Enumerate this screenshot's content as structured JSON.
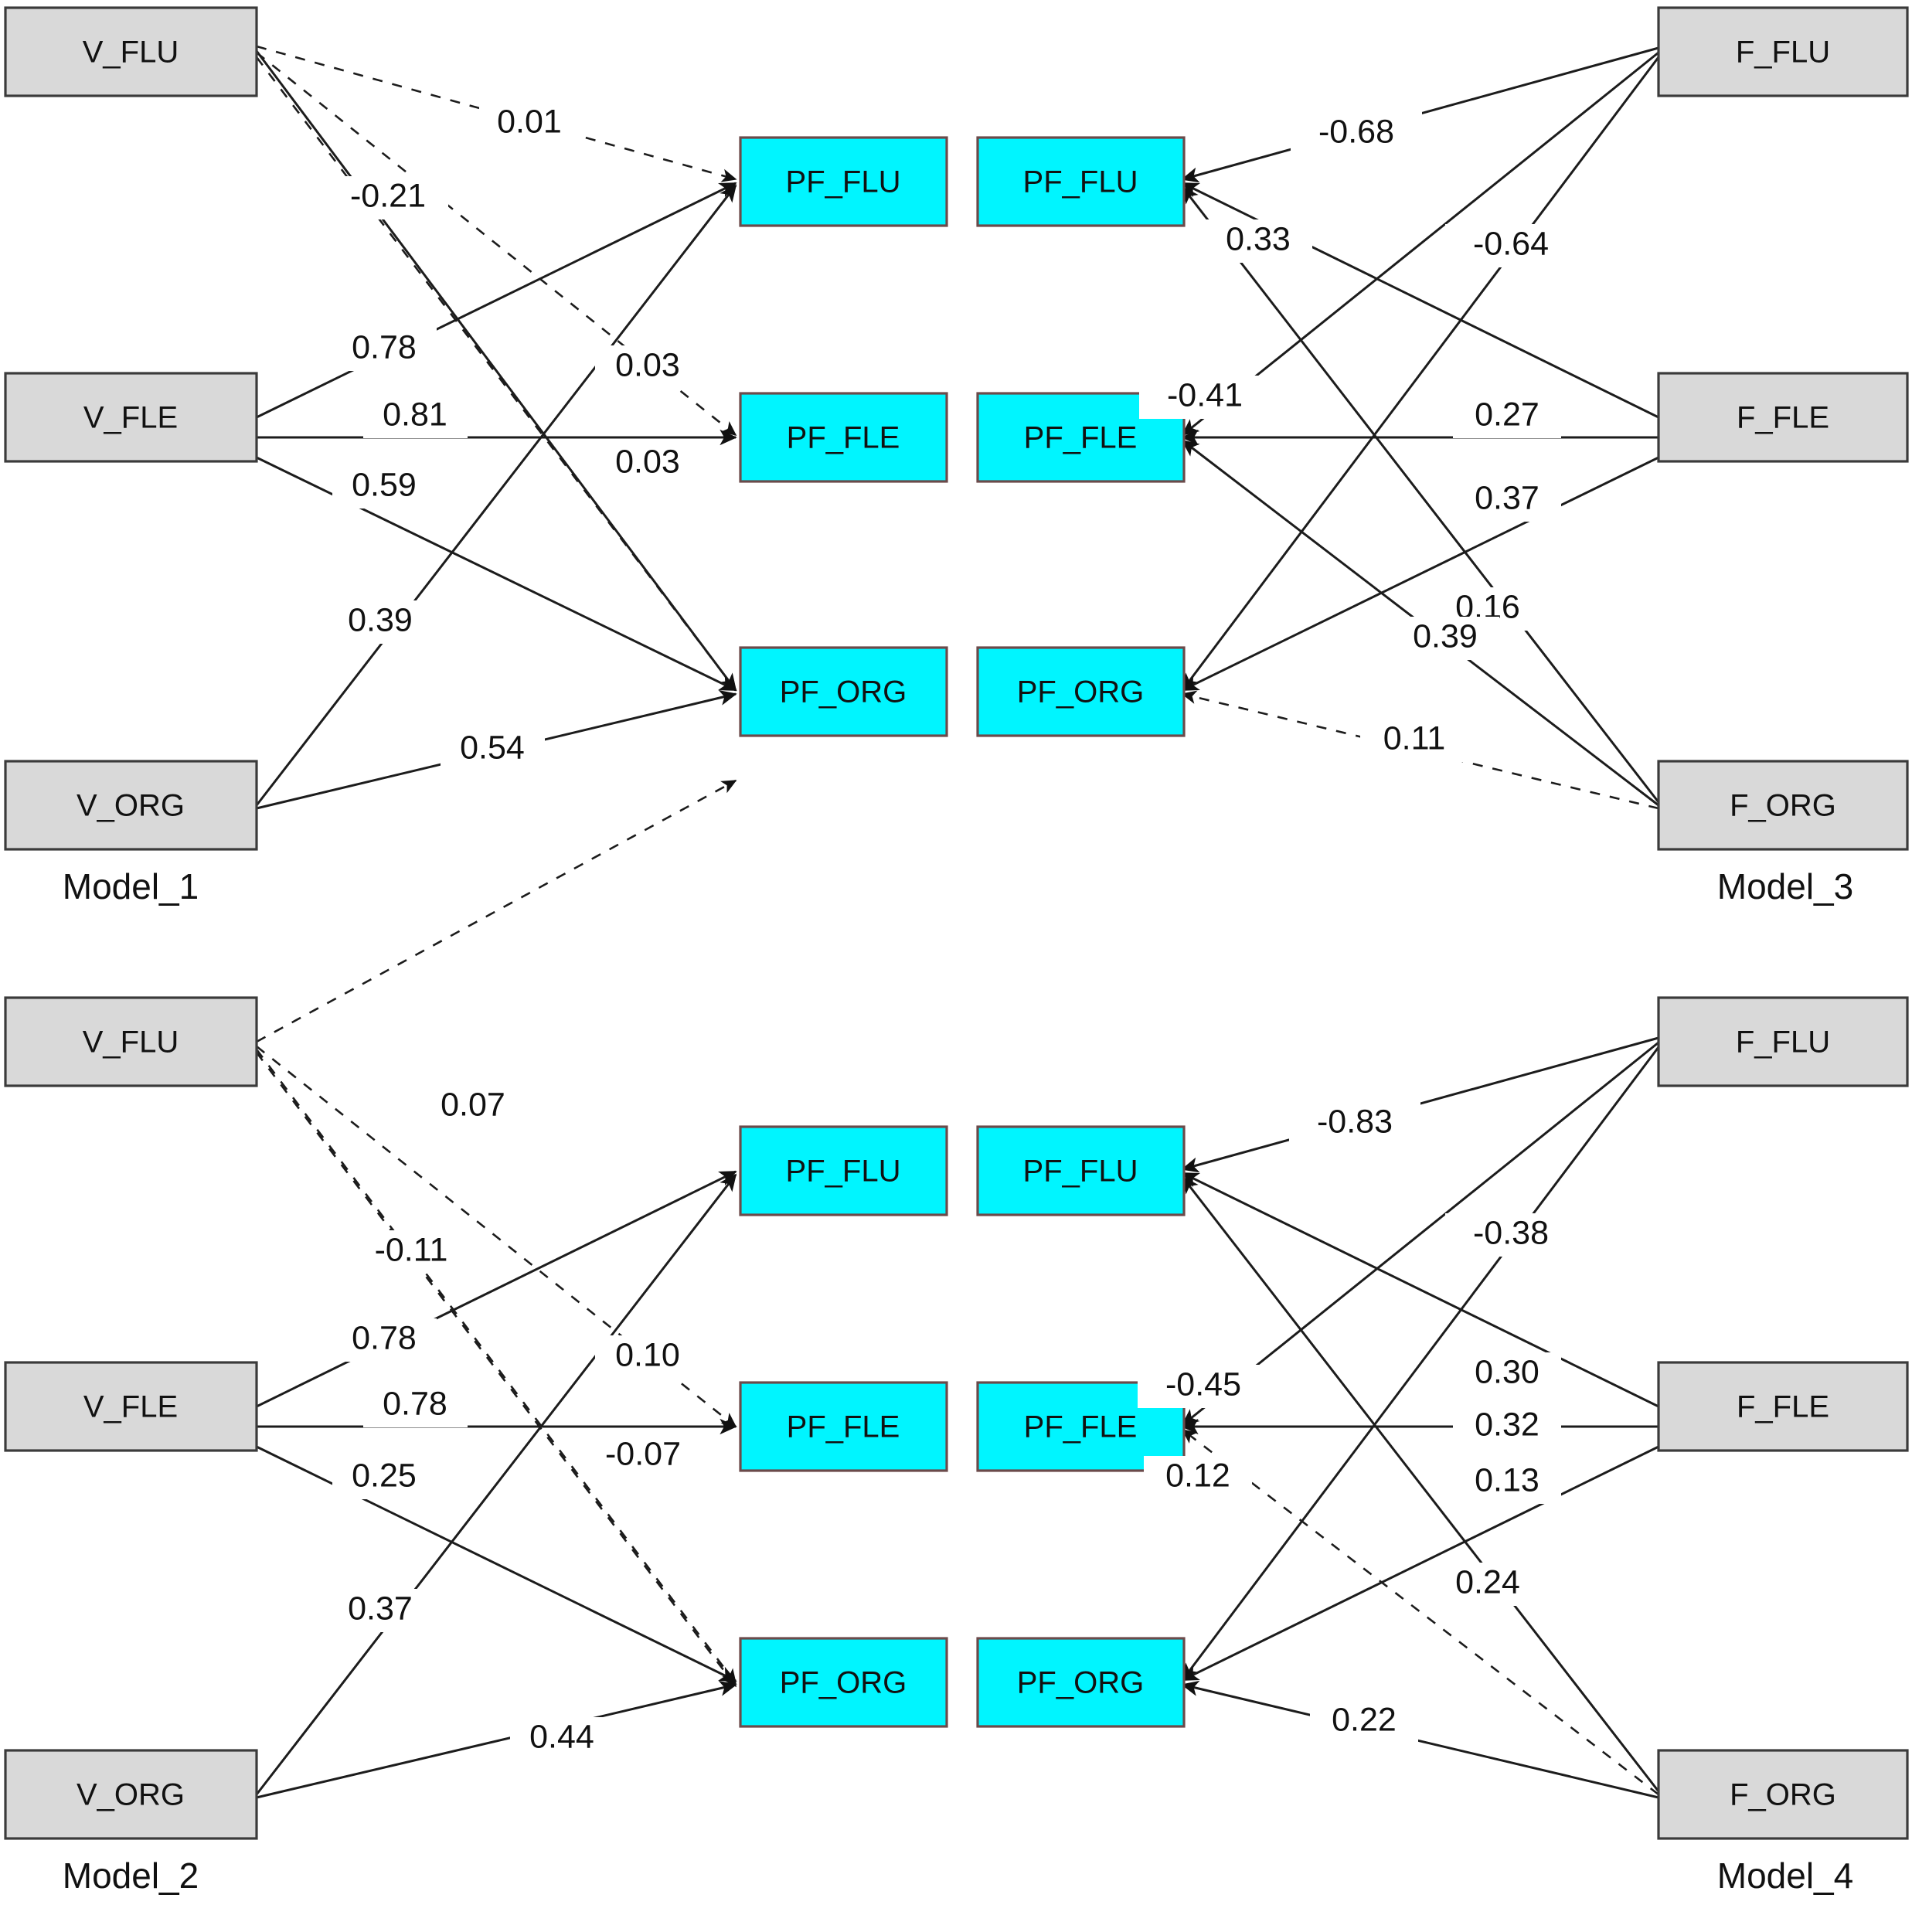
{
  "figure": {
    "type": "path-diagram",
    "description": "Four structural equation path models; gray exogenous boxes on the outside, cyan endogenous boxes in the middle",
    "colors": {
      "exogenous_box_fill": "#d9d9d9",
      "endogenous_box_fill": "#00f5ff",
      "box_stroke": "#3b3b3b",
      "edge": "#1c1c1c",
      "background": "#ffffff"
    },
    "legend_note": {
      "solid": "solid line",
      "dashed": "dashed line"
    }
  },
  "models": [
    {
      "id": "model_1",
      "label": "Model_1",
      "side": "left",
      "row": "top",
      "sources": [
        "V_FLU",
        "V_FLE",
        "V_ORG"
      ],
      "targets": [
        "PF_FLU",
        "PF_FLE",
        "PF_ORG"
      ],
      "paths": [
        {
          "from": "V_FLU",
          "to": "PF_FLU",
          "value": "0.01",
          "style": "dashed"
        },
        {
          "from": "V_FLU",
          "to": "PF_FLE",
          "value": "0.03",
          "style": "dashed"
        },
        {
          "from": "V_FLU",
          "to": "PF_ORG",
          "value": "0.03",
          "style": "dashed"
        },
        {
          "from": "V_FLU",
          "to": "PF_ORG",
          "value": "-0.21",
          "style": "solid"
        },
        {
          "from": "V_FLE",
          "to": "PF_FLU",
          "value": "0.78",
          "style": "solid"
        },
        {
          "from": "V_FLE",
          "to": "PF_FLE",
          "value": "0.81",
          "style": "solid"
        },
        {
          "from": "V_FLE",
          "to": "PF_ORG",
          "value": "0.59",
          "style": "solid"
        },
        {
          "from": "V_ORG",
          "to": "PF_FLU",
          "value": "0.39",
          "style": "solid"
        },
        {
          "from": "V_ORG",
          "to": "PF_ORG",
          "value": "0.54",
          "style": "solid"
        }
      ],
      "labels": [
        "0.01",
        "-0.21",
        "0.78",
        "0.03",
        "0.81",
        "0.03",
        "0.59",
        "0.39",
        "0.54"
      ]
    },
    {
      "id": "model_3",
      "label": "Model_3",
      "side": "right",
      "row": "top",
      "sources": [
        "F_FLU",
        "F_FLE",
        "F_ORG"
      ],
      "targets": [
        "PF_FLU",
        "PF_FLE",
        "PF_ORG"
      ],
      "paths": [
        {
          "from": "F_FLU",
          "to": "PF_FLU",
          "value": "-0.68",
          "style": "solid"
        },
        {
          "from": "F_FLU",
          "to": "PF_FLE",
          "value": "-0.64",
          "style": "solid"
        },
        {
          "from": "F_FLU",
          "to": "PF_ORG",
          "value": "-0.41",
          "style": "solid"
        },
        {
          "from": "F_FLE",
          "to": "PF_FLU",
          "value": "0.33",
          "style": "solid"
        },
        {
          "from": "F_FLE",
          "to": "PF_FLE",
          "value": "0.27",
          "style": "solid"
        },
        {
          "from": "F_FLE",
          "to": "PF_ORG",
          "value": "0.37",
          "style": "solid"
        },
        {
          "from": "F_ORG",
          "to": "PF_FLU",
          "value": "0.16",
          "style": "solid"
        },
        {
          "from": "F_ORG",
          "to": "PF_FLE",
          "value": "0.39",
          "style": "solid"
        },
        {
          "from": "F_ORG",
          "to": "PF_ORG",
          "value": "0.11",
          "style": "dashed"
        }
      ],
      "labels": [
        "-0.68",
        "0.33",
        "-0.64",
        "-0.41",
        "0.27",
        "0.37",
        "0.16",
        "0.39",
        "0.11"
      ]
    },
    {
      "id": "model_2",
      "label": "Model_2",
      "side": "left",
      "row": "bottom",
      "sources": [
        "V_FLU",
        "V_FLE",
        "V_ORG"
      ],
      "targets": [
        "PF_FLU",
        "PF_FLE",
        "PF_ORG"
      ],
      "paths": [
        {
          "from": "V_FLU",
          "to": "PF_FLU",
          "value": "0.07",
          "style": "dashed"
        },
        {
          "from": "V_FLU",
          "to": "PF_FLE",
          "value": "0.10",
          "style": "dashed"
        },
        {
          "from": "V_FLU",
          "to": "PF_ORG",
          "value": "-0.07",
          "style": "dashed"
        },
        {
          "from": "V_FLU",
          "to": "PF_ORG",
          "value": "-0.11",
          "style": "dashed"
        },
        {
          "from": "V_FLE",
          "to": "PF_FLU",
          "value": "0.78",
          "style": "solid"
        },
        {
          "from": "V_FLE",
          "to": "PF_FLE",
          "value": "0.78",
          "style": "solid"
        },
        {
          "from": "V_FLE",
          "to": "PF_ORG",
          "value": "0.25",
          "style": "solid"
        },
        {
          "from": "V_ORG",
          "to": "PF_FLU",
          "value": "0.37",
          "style": "solid"
        },
        {
          "from": "V_ORG",
          "to": "PF_ORG",
          "value": "0.44",
          "style": "solid"
        }
      ],
      "labels": [
        "0.07",
        "-0.11",
        "0.78",
        "0.10",
        "0.78",
        "-0.07",
        "0.25",
        "0.37",
        "0.44"
      ]
    },
    {
      "id": "model_4",
      "label": "Model_4",
      "side": "right",
      "row": "bottom",
      "sources": [
        "F_FLU",
        "F_FLE",
        "F_ORG"
      ],
      "targets": [
        "PF_FLU",
        "PF_FLE",
        "PF_ORG"
      ],
      "paths": [
        {
          "from": "F_FLU",
          "to": "PF_FLU",
          "value": "-0.83",
          "style": "solid"
        },
        {
          "from": "F_FLU",
          "to": "PF_FLE",
          "value": "-0.38",
          "style": "solid"
        },
        {
          "from": "F_FLU",
          "to": "PF_ORG",
          "value": "-0.45",
          "style": "solid"
        },
        {
          "from": "F_FLE",
          "to": "PF_FLU",
          "value": "0.30",
          "style": "solid"
        },
        {
          "from": "F_FLE",
          "to": "PF_FLE",
          "value": "0.32",
          "style": "solid"
        },
        {
          "from": "F_FLE",
          "to": "PF_ORG",
          "value": "0.13",
          "style": "solid"
        },
        {
          "from": "F_ORG",
          "to": "PF_FLU",
          "value": "0.24",
          "style": "solid"
        },
        {
          "from": "F_ORG",
          "to": "PF_FLE",
          "value": "0.12",
          "style": "dashed"
        },
        {
          "from": "F_ORG",
          "to": "PF_ORG",
          "value": "0.22",
          "style": "solid"
        }
      ],
      "labels": [
        "-0.83",
        "-0.38",
        "-0.45",
        "0.30",
        "0.32",
        "0.12",
        "0.13",
        "0.24",
        "0.22"
      ]
    }
  ],
  "nodes": {
    "top_left": [
      {
        "id": "V_FLU",
        "text": "V_FLU"
      },
      {
        "id": "V_FLE",
        "text": "V_FLE"
      },
      {
        "id": "V_ORG",
        "text": "V_ORG"
      }
    ],
    "top_mid_left": [
      {
        "id": "PF_FLU",
        "text": "PF_FLU"
      },
      {
        "id": "PF_FLE",
        "text": "PF_FLE"
      },
      {
        "id": "PF_ORG",
        "text": "PF_ORG"
      }
    ],
    "top_mid_right": [
      {
        "id": "PF_FLU",
        "text": "PF_FLU"
      },
      {
        "id": "PF_FLE",
        "text": "PF_FLE"
      },
      {
        "id": "PF_ORG",
        "text": "PF_ORG"
      }
    ],
    "top_right": [
      {
        "id": "F_FLU",
        "text": "F_FLU"
      },
      {
        "id": "F_FLE",
        "text": "F_FLE"
      },
      {
        "id": "F_ORG",
        "text": "F_ORG"
      }
    ],
    "bot_left": [
      {
        "id": "V_FLU",
        "text": "V_FLU"
      },
      {
        "id": "V_FLE",
        "text": "V_FLE"
      },
      {
        "id": "V_ORG",
        "text": "V_ORG"
      }
    ],
    "bot_mid_left": [
      {
        "id": "PF_FLU",
        "text": "PF_FLU"
      },
      {
        "id": "PF_FLE",
        "text": "PF_FLE"
      },
      {
        "id": "PF_ORG",
        "text": "PF_ORG"
      }
    ],
    "bot_mid_right": [
      {
        "id": "PF_FLU",
        "text": "PF_FLU"
      },
      {
        "id": "PF_FLE",
        "text": "PF_FLE"
      },
      {
        "id": "PF_ORG",
        "text": "PF_ORG"
      }
    ],
    "bot_right": [
      {
        "id": "F_FLU",
        "text": "F_FLU"
      },
      {
        "id": "F_FLE",
        "text": "F_FLE"
      },
      {
        "id": "F_ORG",
        "text": "F_ORG"
      }
    ]
  },
  "model_labels": {
    "m1": "Model_1",
    "m2": "Model_2",
    "m3": "Model_3",
    "m4": "Model_4"
  },
  "coefficients": {
    "m1": {
      "v_flu_pf_flu": "0.01",
      "v_flu_pf_org_a": "-0.21",
      "v_fle_pf_flu": "0.78",
      "v_flu_pf_fle": "0.03",
      "v_fle_pf_fle": "0.81",
      "v_flu_pf_org_b": "0.03",
      "v_fle_pf_org": "0.59",
      "v_org_pf_flu": "0.39",
      "v_org_pf_org": "0.54"
    },
    "m3": {
      "f_flu_pf_flu": "-0.68",
      "f_fle_pf_flu": "0.33",
      "f_flu_pf_fle": "-0.64",
      "f_flu_pf_org": "-0.41",
      "f_fle_pf_fle": "0.27",
      "f_fle_pf_org": "0.37",
      "f_org_pf_flu": "0.16",
      "f_org_pf_fle": "0.39",
      "f_org_pf_org": "0.11"
    },
    "m2": {
      "v_flu_pf_flu": "0.07",
      "v_flu_pf_org_a": "-0.11",
      "v_fle_pf_flu": "0.78",
      "v_flu_pf_fle": "0.10",
      "v_fle_pf_fle": "0.78",
      "v_flu_pf_org_b": "-0.07",
      "v_fle_pf_org": "0.25",
      "v_org_pf_flu": "0.37",
      "v_org_pf_org": "0.44"
    },
    "m4": {
      "f_flu_pf_flu": "-0.83",
      "f_flu_pf_fle": "-0.38",
      "f_flu_pf_org": "-0.45",
      "f_fle_pf_flu": "0.30",
      "f_fle_pf_fle": "0.32",
      "f_org_pf_fle": "0.12",
      "f_fle_pf_org": "0.13",
      "f_org_pf_flu": "0.24",
      "f_org_pf_org": "0.22"
    }
  }
}
